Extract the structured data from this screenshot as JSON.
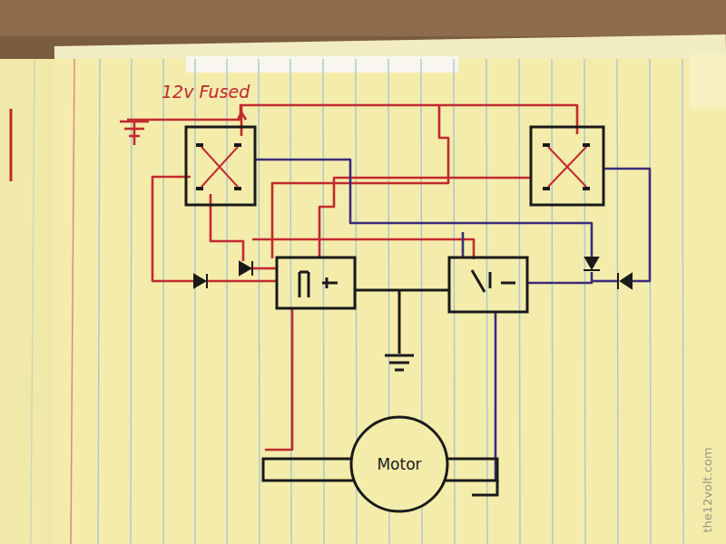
{
  "diagram": {
    "nodes": [
      {
        "text": [
          "Motor"
        ]
      }
    ],
    "edges": [],
    "labels": [
      "12v Fused",
      "the12volt.com"
    ]
  }
}
